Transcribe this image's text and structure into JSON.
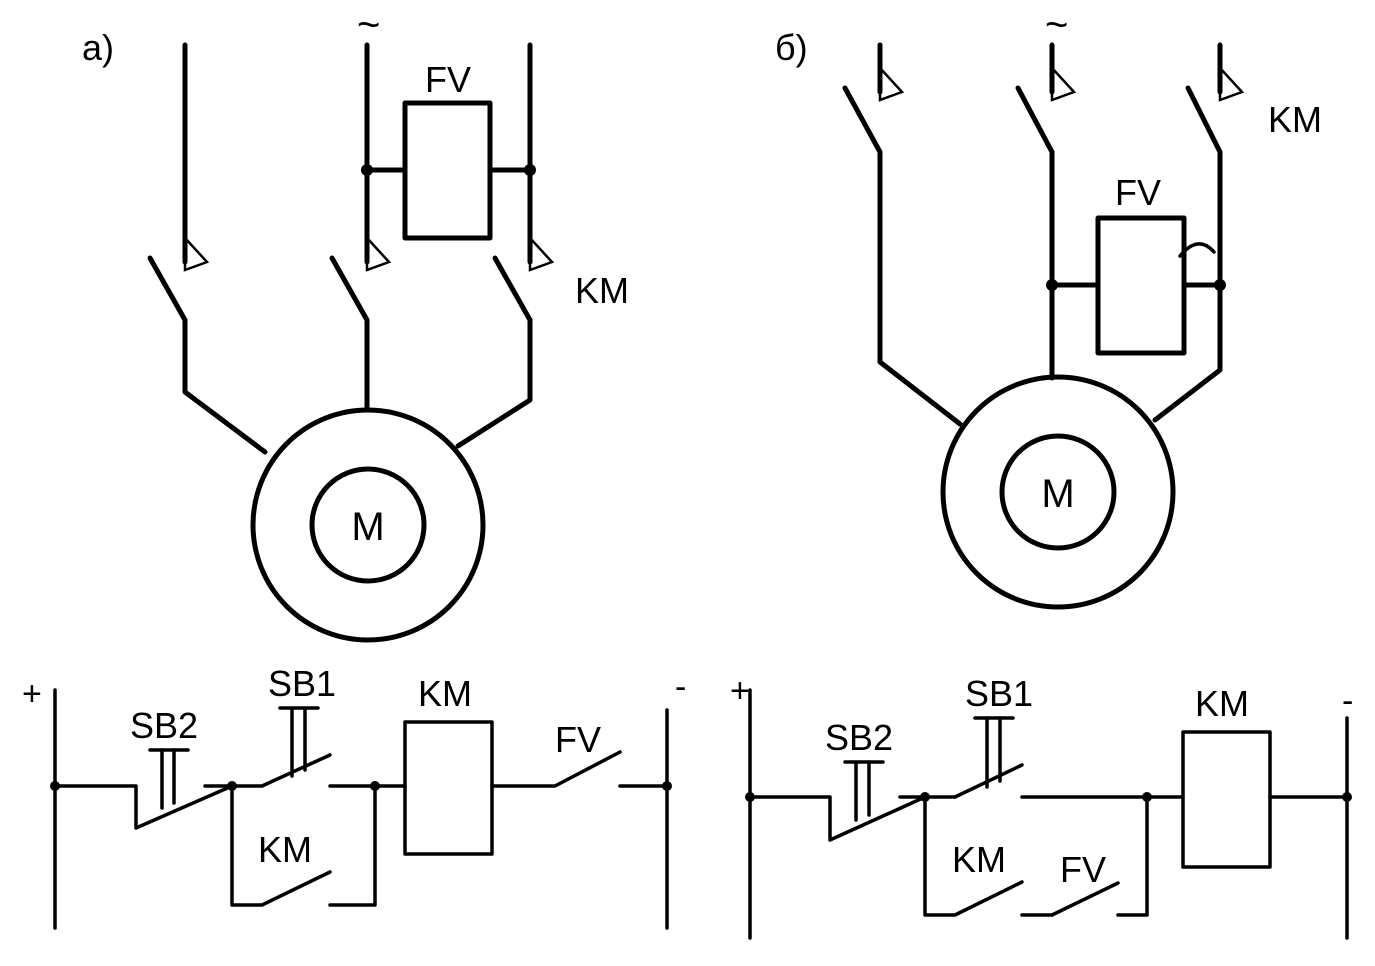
{
  "labels": {
    "panel_a": "а)",
    "panel_b": "б)",
    "tilde": "~",
    "fv": "FV",
    "km": "KM",
    "motor": "M",
    "sb1": "SB1",
    "sb2": "SB2",
    "plus": "+",
    "minus": "-"
  },
  "colors": {
    "ink": "#000000",
    "background": "#ffffff"
  }
}
